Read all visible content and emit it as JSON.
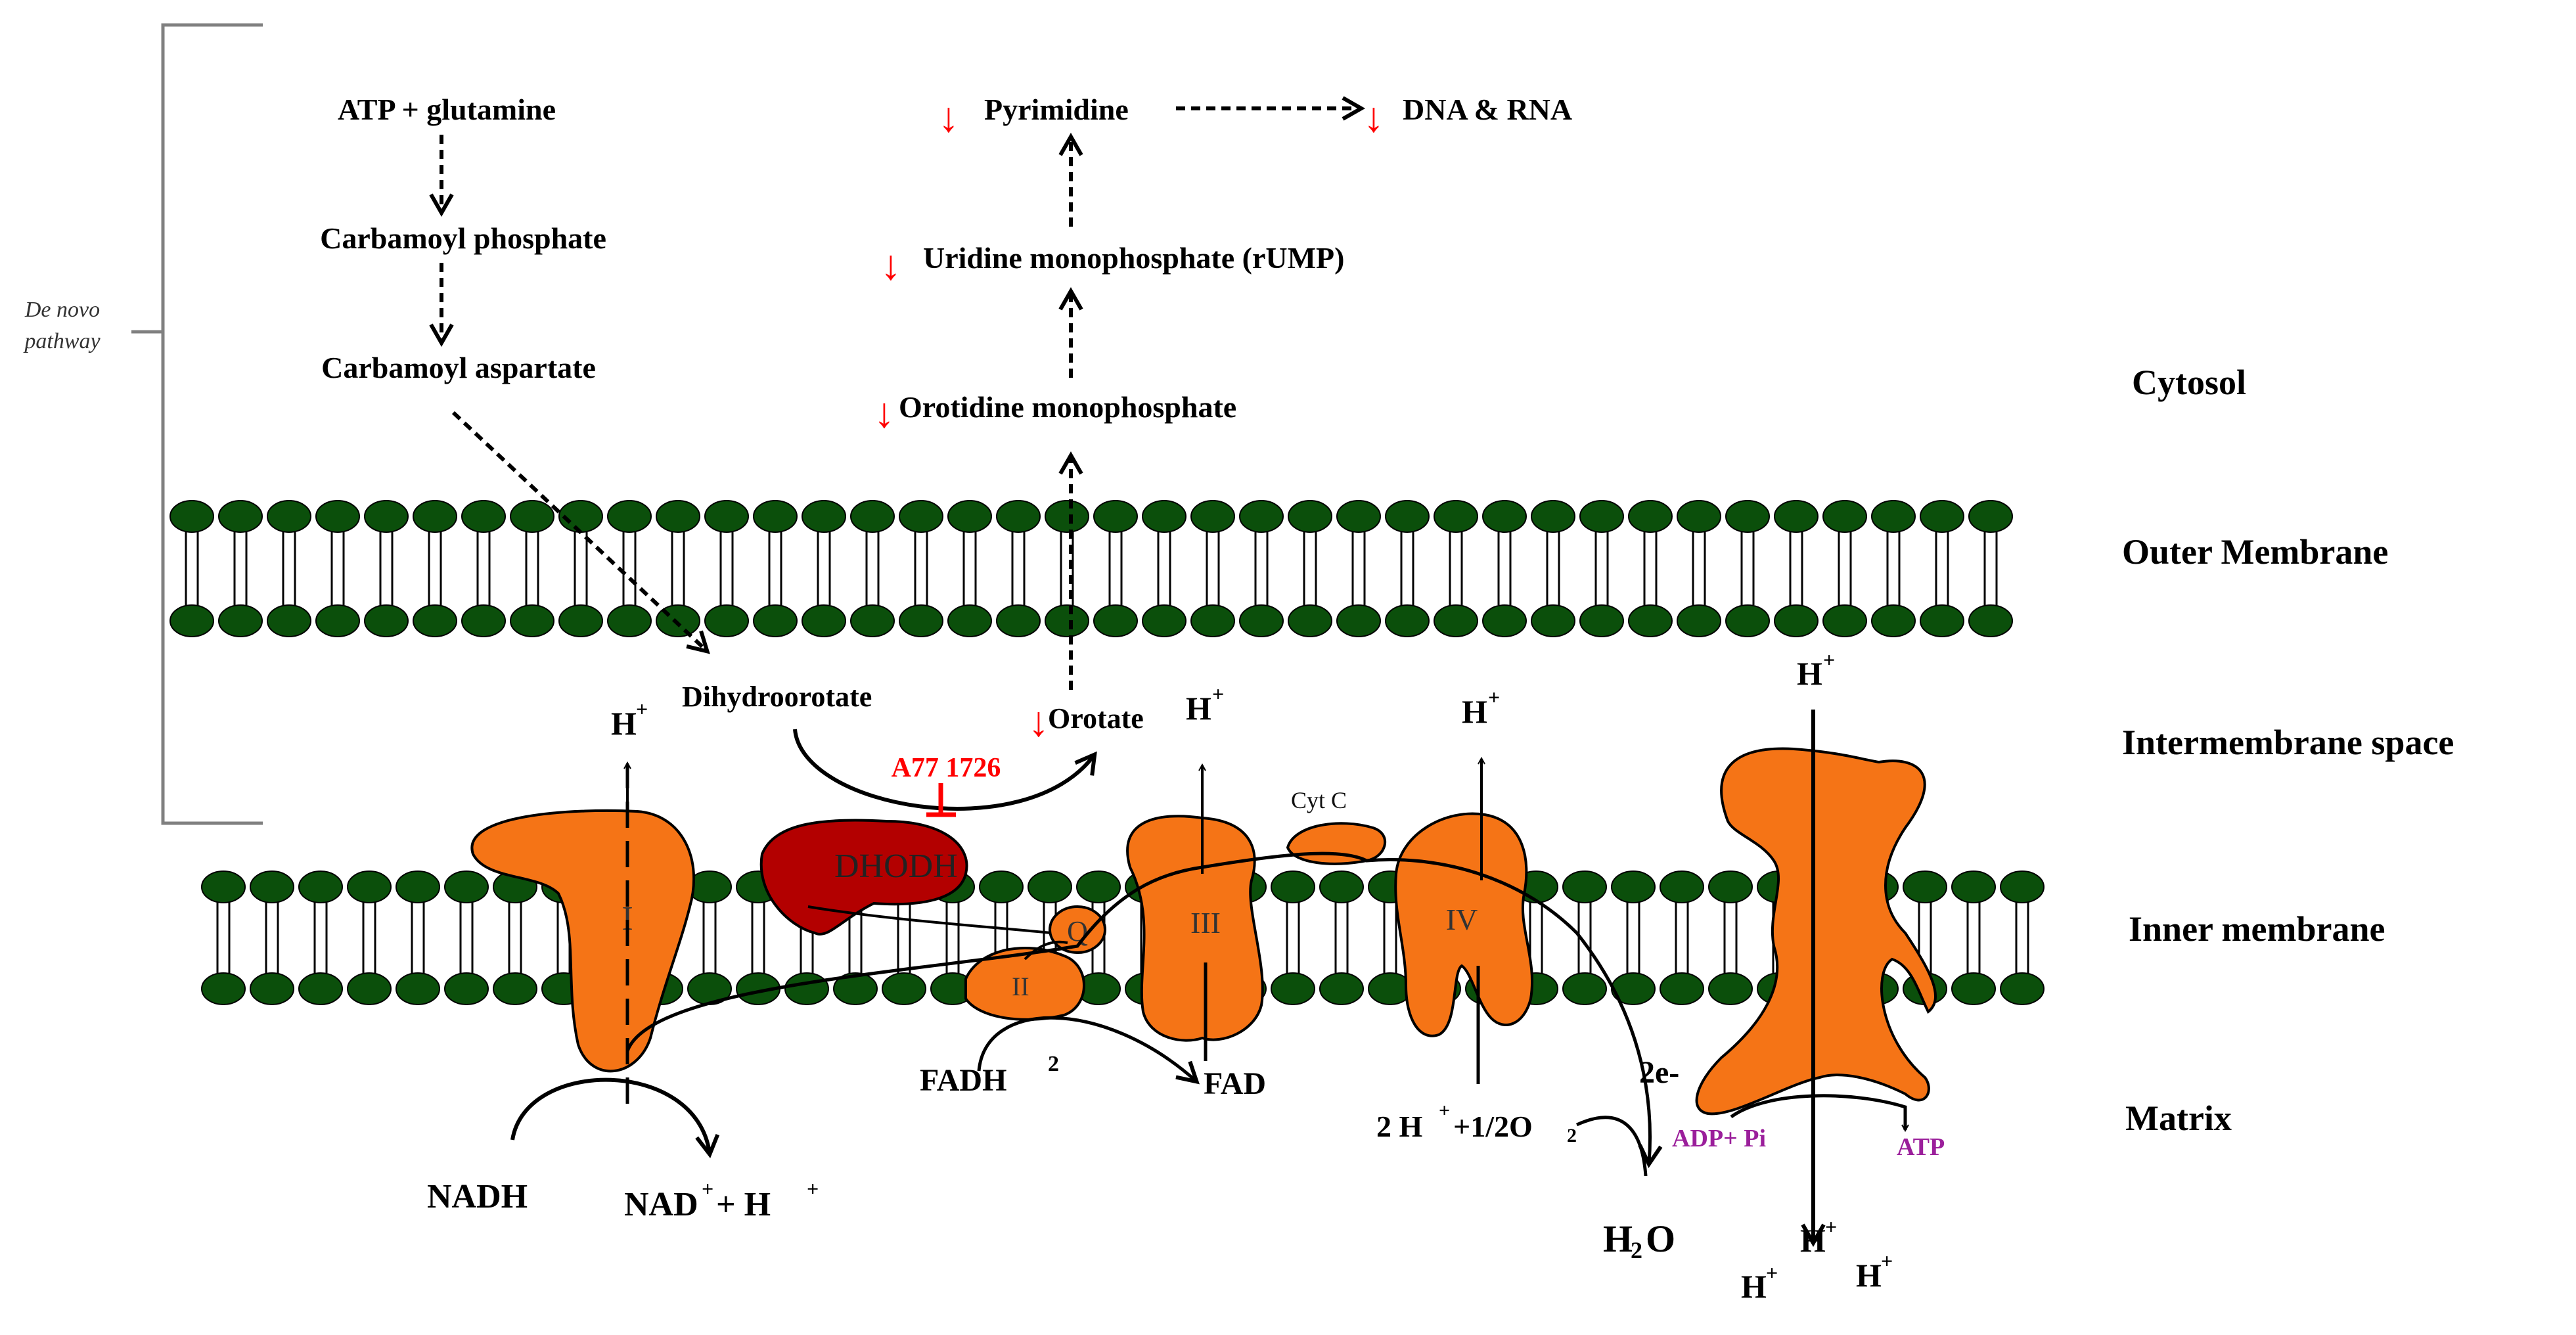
{
  "pathway": {
    "bracket_label_line1": "De novo",
    "bracket_label_line2": "pathway",
    "atp_glutamine": "ATP + glutamine",
    "carbamoyl_phosphate": "Carbamoyl phosphate",
    "carbamoyl_aspartate": "Carbamoyl aspartate",
    "dihydroorotate": "Dihydroorotate",
    "orotate": "Orotate",
    "orotidine_mp": "Orotidine monophosphate",
    "uridine_mp": "Uridine monophosphate (rUMP)",
    "pyrimidine": "Pyrimidine",
    "dna_rna": "DNA & RNA",
    "inhibitor": "A77 1726",
    "decrease_symbol": "↓"
  },
  "compartments": {
    "cytosol": "Cytosol",
    "outer_membrane": "Outer Membrane",
    "intermembrane_space": "Intermembrane space",
    "inner_membrane": "Inner membrane",
    "matrix": "Matrix"
  },
  "complexes": {
    "complex_i": "I",
    "complex_ii": "II",
    "complex_iii": "III",
    "complex_iv": "IV",
    "dhodh": "DHODH",
    "q": "Q",
    "cyt_c": "Cyt C"
  },
  "species": {
    "h_plus": "H",
    "plus": "+",
    "nadh": "NADH",
    "nad_plus_h": "+ H",
    "nad": "NAD",
    "fadh": "FADH",
    "fadh_sub": "2",
    "fad": "FAD",
    "oxygen_rxn_a": "2 H",
    "oxygen_rxn_b": "+1/2O",
    "oxygen_sub": "2",
    "two_e": "2e-",
    "water": "H",
    "water_sub": "2",
    "water_o": "O",
    "adp_pi": "ADP+ Pi",
    "atp": "ATP"
  },
  "colors": {
    "membrane_head": "#0b4f0b",
    "complex_fill": "#f57416",
    "dhodh_fill": "#b30000",
    "highlight_red": "#ff0000",
    "atp_text": "#9b1f9b",
    "bracket": "#808080"
  }
}
